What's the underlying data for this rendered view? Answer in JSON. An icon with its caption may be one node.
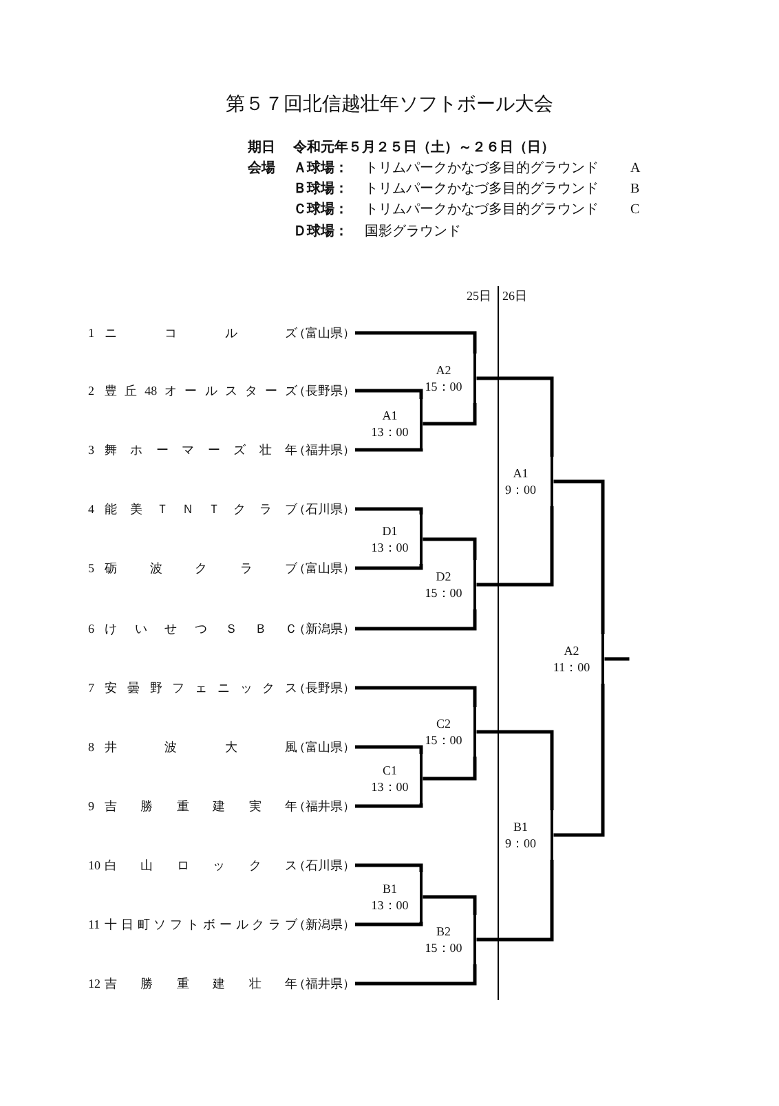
{
  "diagram": {
    "title": "第５７回北信越壮年ソフトボール大会",
    "nodes": [
      {
        "text": [
          "1",
          "ニコルズ",
          "（富山県）"
        ]
      },
      {
        "text": [
          "2",
          "豊丘48オールスターズ",
          "（長野県）"
        ]
      },
      {
        "text": [
          "3",
          "舞ホーマーズ壮年",
          "（福井県）"
        ]
      },
      {
        "text": [
          "4",
          "能美ＴＮＴクラブ",
          "（石川県）"
        ]
      },
      {
        "text": [
          "5",
          "砺波クラブ",
          "（富山県）"
        ]
      },
      {
        "text": [
          "6",
          "けいせつＳＢＣ",
          "（新潟県）"
        ]
      },
      {
        "text": [
          "7",
          "安曇野フェニックス",
          "（長野県）"
        ]
      },
      {
        "text": [
          "8",
          "井波大風",
          "（富山県）"
        ]
      },
      {
        "text": [
          "9",
          "吉勝重建実年",
          "（福井県）"
        ]
      },
      {
        "text": [
          "10",
          "白山ロックス",
          "（石川県）"
        ]
      },
      {
        "text": [
          "11",
          "十日町ソフトボールクラブ",
          "（新潟県）"
        ]
      },
      {
        "text": [
          "12",
          "吉勝重建壮年",
          "（福井県）"
        ]
      },
      {
        "text": [
          "A2",
          "15：00"
        ]
      },
      {
        "text": [
          "A1",
          "13：00"
        ]
      },
      {
        "text": [
          "D1",
          "13：00"
        ]
      },
      {
        "text": [
          "D2",
          "15：00"
        ]
      },
      {
        "text": [
          "C2",
          "15：00"
        ]
      },
      {
        "text": [
          "C1",
          "13：00"
        ]
      },
      {
        "text": [
          "B1",
          "13：00"
        ]
      },
      {
        "text": [
          "B2",
          "15：00"
        ]
      },
      {
        "text": [
          "A1",
          "9：00"
        ]
      },
      {
        "text": [
          "B1",
          "9：00"
        ]
      },
      {
        "text": [
          "A2",
          "11：00"
        ]
      }
    ],
    "edges": [
      {
        "from": 0,
        "to": 12,
        "arrow": "none"
      },
      {
        "from": 1,
        "to": 13,
        "arrow": "none"
      },
      {
        "from": 2,
        "to": 13,
        "arrow": "none"
      },
      {
        "from": 13,
        "to": 12,
        "arrow": "none"
      },
      {
        "from": 3,
        "to": 14,
        "arrow": "none"
      },
      {
        "from": 4,
        "to": 14,
        "arrow": "none"
      },
      {
        "from": 14,
        "to": 15,
        "arrow": "none"
      },
      {
        "from": 5,
        "to": 15,
        "arrow": "none"
      },
      {
        "from": 6,
        "to": 16,
        "arrow": "none"
      },
      {
        "from": 7,
        "to": 17,
        "arrow": "none"
      },
      {
        "from": 8,
        "to": 17,
        "arrow": "none"
      },
      {
        "from": 17,
        "to": 16,
        "arrow": "none"
      },
      {
        "from": 9,
        "to": 18,
        "arrow": "none"
      },
      {
        "from": 10,
        "to": 18,
        "arrow": "none"
      },
      {
        "from": 18,
        "to": 19,
        "arrow": "none"
      },
      {
        "from": 11,
        "to": 19,
        "arrow": "none"
      },
      {
        "from": 12,
        "to": 20,
        "arrow": "none"
      },
      {
        "from": 15,
        "to": 20,
        "arrow": "none"
      },
      {
        "from": 16,
        "to": 21,
        "arrow": "none"
      },
      {
        "from": 19,
        "to": 21,
        "arrow": "none"
      },
      {
        "from": 20,
        "to": 22,
        "arrow": "none"
      },
      {
        "from": 21,
        "to": 22,
        "arrow": "none"
      },
      {
        "from": 22,
        "to": null,
        "arrow": "none"
      }
    ],
    "labels": [
      "期日",
      "令和元年５月２５日（土）～２６日（日）",
      "会場",
      "Ａ球場：",
      "トリムパークかなづ多目的グラウンド",
      "A",
      "Ｂ球場：",
      "トリムパークかなづ多目的グラウンド",
      "B",
      "Ｃ球場：",
      "トリムパークかなづ多目的グラウンド",
      "C",
      "Ｄ球場：",
      "国影グラウンド",
      "25日",
      "26日"
    ]
  }
}
